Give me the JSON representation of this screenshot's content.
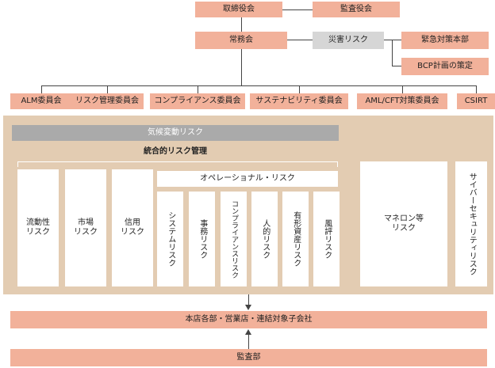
{
  "top": {
    "board": "取締役会",
    "audit_board": "監査役会",
    "executive": "常務会",
    "disaster_risk": "災害リスク",
    "emergency_hq": "緊急対策本部",
    "bcp": "BCP計画の策定"
  },
  "committees": [
    "ALM委員会",
    "リスク管理委員会",
    "コンプライアンス委員会",
    "サステナビリティ委員会",
    "AML/CFT対策委員会",
    "CSIRT"
  ],
  "climate_risk": "気候変動リスク",
  "integrated_risk": "統合的リスク管理",
  "risks": {
    "liquidity": "流動性\nリスク",
    "market": "市場\nリスク",
    "credit": "信用\nリスク",
    "operational_header": "オペレーショナル・リスク",
    "operational": [
      "システムリスク",
      "事務リスク",
      "コンプライアンスリスク",
      "人的リスク",
      "有形資産リスク",
      "風評リスク"
    ],
    "aml": "マネロン等\nリスク",
    "cyber": "サイバーセキュリティリスク"
  },
  "branches": "本店各部・営業店・連結対象子会社",
  "audit_dept": "監査部",
  "colors": {
    "salmon": "#f2b19a",
    "tan": "#e3ccb2",
    "grey": "#aaaaaa"
  }
}
